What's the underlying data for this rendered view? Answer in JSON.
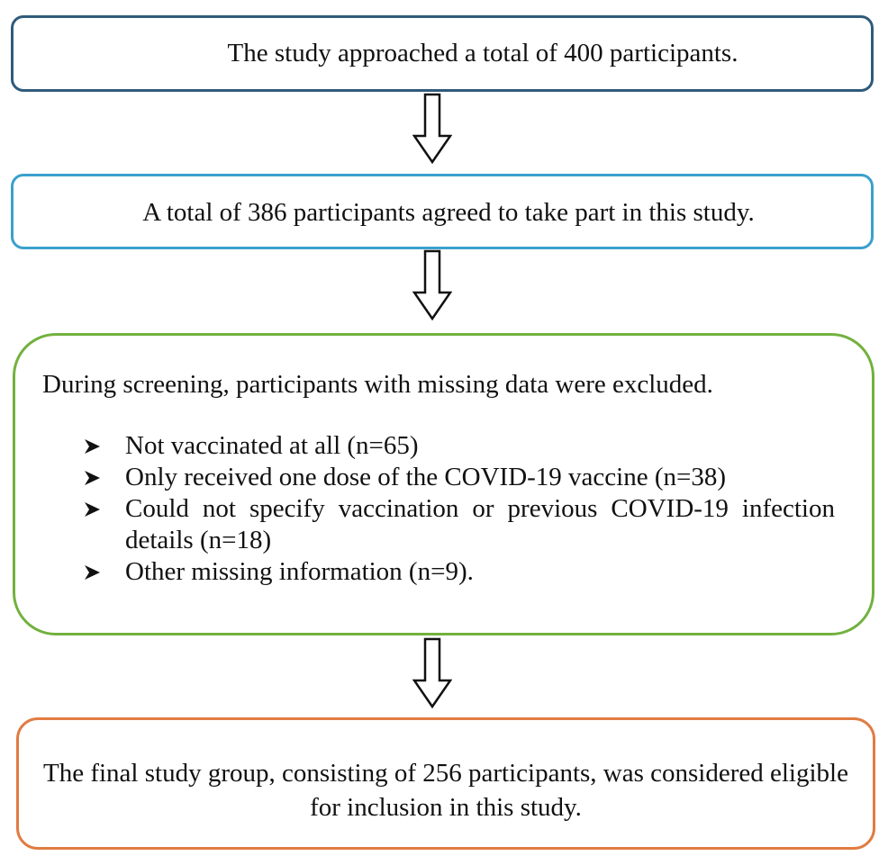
{
  "flowchart": {
    "steps": [
      {
        "text": "The study approached a total of 400 participants."
      },
      {
        "text": "A total of 386 participants agreed to take part in this study."
      }
    ],
    "screening": {
      "heading": "During screening, participants with missing data were excluded.",
      "exclusions": [
        "Not vaccinated at all (n=65)",
        "Only received one dose of the COVID-19 vaccine (n=38)",
        "Could not specify vaccination or previous COVID-19 infection details (n=18)",
        "Other missing information (n=9)."
      ]
    },
    "final": {
      "text": "The final study group, consisting of 256 participants, was considered eligible for inclusion in this study."
    }
  },
  "colors": {
    "box1_border": "#2f5b7a",
    "box2_border": "#3aa0cc",
    "box3_border": "#72b13e",
    "box4_border": "#e07c43"
  },
  "icons": {
    "arrow": "hollow-down-arrow-icon",
    "bullet": "arrowhead-bullet-icon"
  }
}
